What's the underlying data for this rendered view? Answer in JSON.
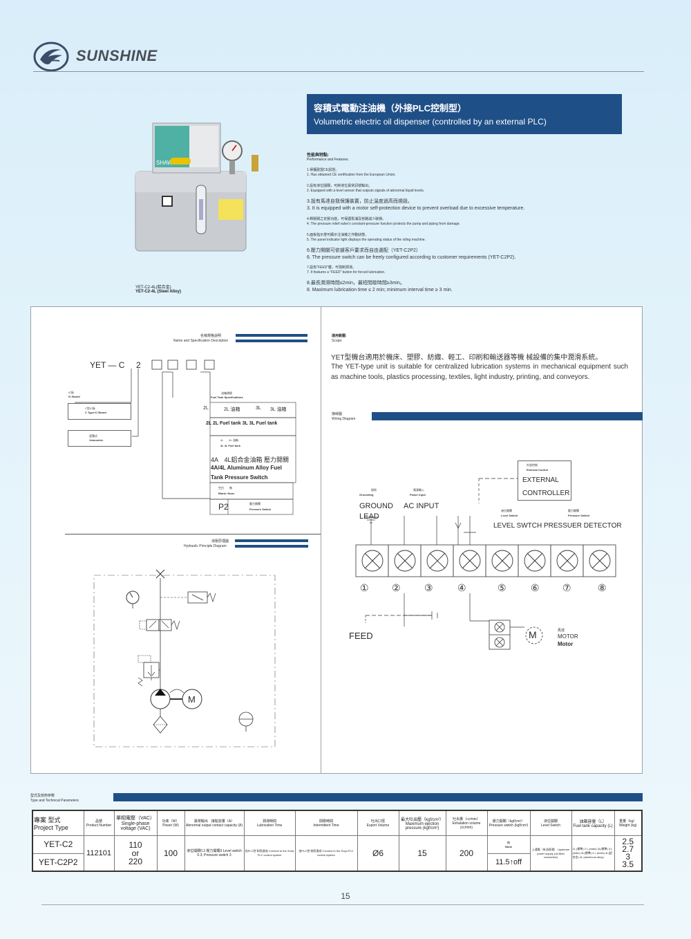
{
  "brand": "SUNSHINE",
  "product": {
    "title_zh": "容積式電動注油機（外接PLC控制型）",
    "title_en": "Volumetric electric oil dispenser (controlled by an external PLC)",
    "caption_1": "YET-C2-4L(鋁合金)",
    "caption_2": "YET-C2-4L (Steel Alloy)",
    "label_brand": "SHAW"
  },
  "features": {
    "title": "性能與特點:",
    "subtitle": "Performance and Features.",
    "items": [
      {
        "zh": "1.得獲歐盟CE認證。",
        "en": "1. Has obtained CE certification from the European Union."
      },
      {
        "zh": "2.設有液位開關，可將液位異常訊號輸出。",
        "en": "2. Equipped with a level sensor that outputs signals of abnormal liquid levels."
      },
      {
        "zh": "3.設有馬達自我保護裝置，防止溫度過高而燒毀。",
        "en": "3. It is equipped with a motor self-protection device to prevent overload due to excessive temperature."
      },
      {
        "zh": "4.釋壓閥之定壓功能，可保護泵浦及管路減少破損。",
        "en": "4. The pressure relief valve's constant-pressure function protects the pump and piping from damage."
      },
      {
        "zh": "5.面板指示燈可顯示注油機之作動狀態。",
        "en": "5. The panel indicator light displays the operating status of the oiling machine."
      },
      {
        "zh": "6.壓力開關可依據客戶要求而自由選配（YET-C2P2）",
        "en": "6. The pressure switch can be freely configured according to customer requirements (YET-C2P2)."
      },
      {
        "zh": "7.設有\"FEED\"鍵，可強制潤滑。",
        "en": "7. It features a \"FEED\" button for forced lubrication."
      },
      {
        "zh": "8.最長潤滑時間≤2min，最短間歇時間≥3min。",
        "en": "8. Maximum lubrication time ≤ 2 min; minimum interval time ≥ 3 min."
      }
    ]
  },
  "spec": {
    "head_zh": "名稱規格說明",
    "head_en": "Name and Specification Description",
    "model_prefix": "YET — C",
    "model_digit": "2",
    "ic_zh": "IC板",
    "ic_en": "IC Board",
    "c_zh": "C型IC板",
    "c_en": "C Type IC Board",
    "vol_zh": "容積式",
    "vol_en": "Volumetric",
    "fuel_zh": "油箱規格",
    "fuel_en": "Fuel Tank Specifications",
    "row1_a": "2L",
    "row1_b": "2L 油箱",
    "row1_c": "3L",
    "row1_d": "3L 油箱",
    "row1_en": "2L 2L Fuel tank 3L 3L Fuel tank",
    "row2_zh": "4L　　4L 油箱",
    "row2_en": "4L 4L Fuel tank",
    "row3_zh": "4A　4L鋁合金油箱 壓力開關",
    "row3_en1": "4A/4L Aluminum Alloy Fuel",
    "row3_en2": "Tank Pressure Switch",
    "blank_zh": "空白　　無",
    "blank_en": "Blank: None",
    "p2": "P2",
    "p2_zh": "壓力開關",
    "p2_en": "Pressure Switch"
  },
  "hydraulic": {
    "head_zh": "液壓原理圖",
    "head_en": "Hydraulic Principle Diagram",
    "motor": "M"
  },
  "scope": {
    "head_zh": "適用範圍:",
    "head_en": "Scope:",
    "zh": "YET型機台適用於機床、塑膠、紡織、輕工、印刷和輸送器等機 械設備的集中潤滑系統。",
    "en": "The YET-type unit is suitable for centralized lubrication systems in mechanical equipment such as machine tools, plastics processing, textiles, light industry, printing, and conveyors."
  },
  "wiring": {
    "head_zh": "接線圖",
    "head_en": "Wiring Diagram",
    "ext_zh": "外部控制",
    "ext_en": "External Control",
    "ext1": "EXTERNAL",
    "ext2": "CONTROLLER",
    "gnd_zh": "接地",
    "gnd_en": "Grounding",
    "gnd1": "GROUND",
    "gnd2": "LEAD",
    "ac_zh": "電源輸入",
    "ac_en": "Power Input",
    "ac": "AC  INPUT",
    "lvl_zh": "液位開關",
    "lvl_en": "Level Switch",
    "prs_zh": "壓力開關",
    "prs_en": "Pressure Switch",
    "lvl_line": "LEVEL  SWTCH  PRESSUER  DETECTOR",
    "terminals": [
      "①",
      "②",
      "③",
      "④",
      "⑤",
      "⑥",
      "⑦",
      "⑧"
    ],
    "feed": "FEED",
    "motor_m": "M",
    "motor_zh": "馬達",
    "motor_en": "MOTOR",
    "motor_en2": "Motor"
  },
  "params": {
    "title_zh": "型式及技術參數",
    "title_en": "Type and Technical Parameters",
    "headers": {
      "type_zh": "專案 型式",
      "type_en": "Project Type",
      "pn_zh": "品號",
      "pn_en": "Product Number",
      "volt_zh": "單相電壓（VAC）",
      "volt_en": "Single-phase voltage (VAC)",
      "pow_zh": "功率（W）",
      "pow_en": "Power (W)",
      "abn_zh": "異常輸出　接點容量（A）",
      "abn_en": "Abnormal output contact capacity (A)",
      "lub_zh": "潤滑時間",
      "lub_en": "Lubrication Time",
      "int_zh": "間歇時間",
      "int_en": "Intermittent Time",
      "exp_zh": "吐出口徑",
      "exp_en": "Export Volume",
      "pres_zh": "最大吐出壓（kgf/cm²）",
      "pres_en": "Maximum ejection pressure (kgf/cm²)",
      "exh_zh": "吐出量（cc/min）",
      "exh_en": "Exhalation volume (cc/min)",
      "psw_zh": "壓力開關（kgf/cm²）",
      "psw_en": "Pressure switch (kgf/cm²)",
      "lsw_zh": "液位開關",
      "lsw_en": "Level Switch",
      "tank_zh": "油箱容量（L）",
      "tank_en": "Fuel tank capacity (L)",
      "wt_zh": "重量（kg）",
      "wt_en": "Weight (kg)"
    },
    "row": {
      "type1": "YET-C2",
      "type2": "YET-C2P2",
      "pn": "112101",
      "volt": "110\nor\n220",
      "pow": "100",
      "abn": "液位開關0.3 壓力開關3 Level switch 0.3; Pressure switch 3",
      "lub": "由PLC控 制而達成 Connect to the Suha PLC control system",
      "int": "由PLC控 制而達成 Connect to the Suya PLC control system",
      "exp": "Ø6",
      "pres": "15",
      "exh": "200",
      "psw1_zh": "無",
      "psw1_en": "None",
      "psw2": "11.5↑off",
      "lsw": "上通電（有油導通） Upstream power supply (oil-filled conductive)",
      "tank": "2L (標準) 2 L (main) 3L(標準) 3 L (main) 4L(標準) 4 L (main) 4L(鋁合金) 4L (aluminum alloy)",
      "wt": "2.5\n2.7\n3\n3.5"
    }
  },
  "page_number": "15",
  "colors": {
    "accent": "#1f4f87",
    "background": "#dcf0fa"
  }
}
